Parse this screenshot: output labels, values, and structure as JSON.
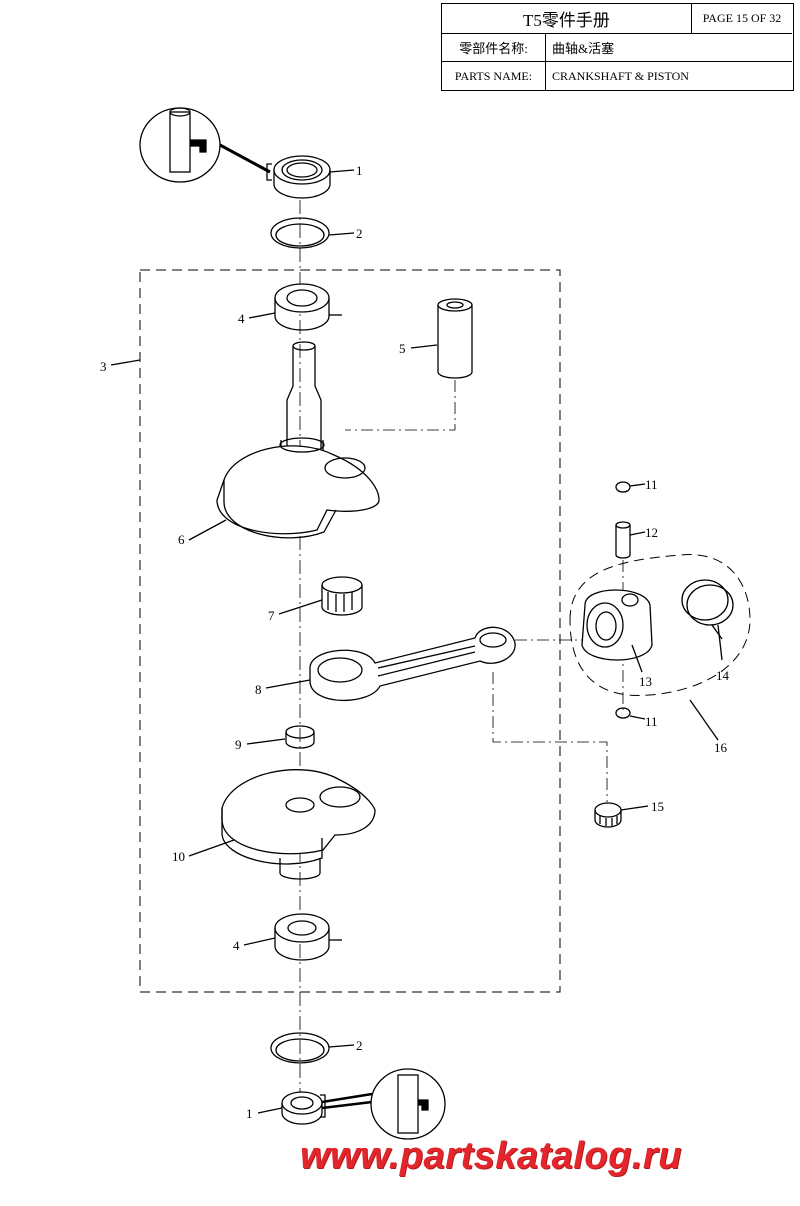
{
  "title_block": {
    "manual_title": "T5零件手册",
    "page": "PAGE 15 OF 32",
    "name_cn_label": "零部件名称:",
    "name_cn_value": "曲轴&活塞",
    "name_en_label": "PARTS NAME:",
    "name_en_value": "CRANKSHAFT & PISTON"
  },
  "callouts": {
    "c1_top": "1",
    "c2_top": "2",
    "c3": "3",
    "c4_top": "4",
    "c5": "5",
    "c6": "6",
    "c7": "7",
    "c8": "8",
    "c9": "9",
    "c10": "10",
    "c11_top": "11",
    "c12": "12",
    "c13": "13",
    "c14": "14",
    "c11_bottom": "11",
    "c15": "15",
    "c16": "16",
    "c4_bottom": "4",
    "c2_bottom": "2",
    "c1_bottom": "1"
  },
  "watermark": "www.partskatalog.ru"
}
